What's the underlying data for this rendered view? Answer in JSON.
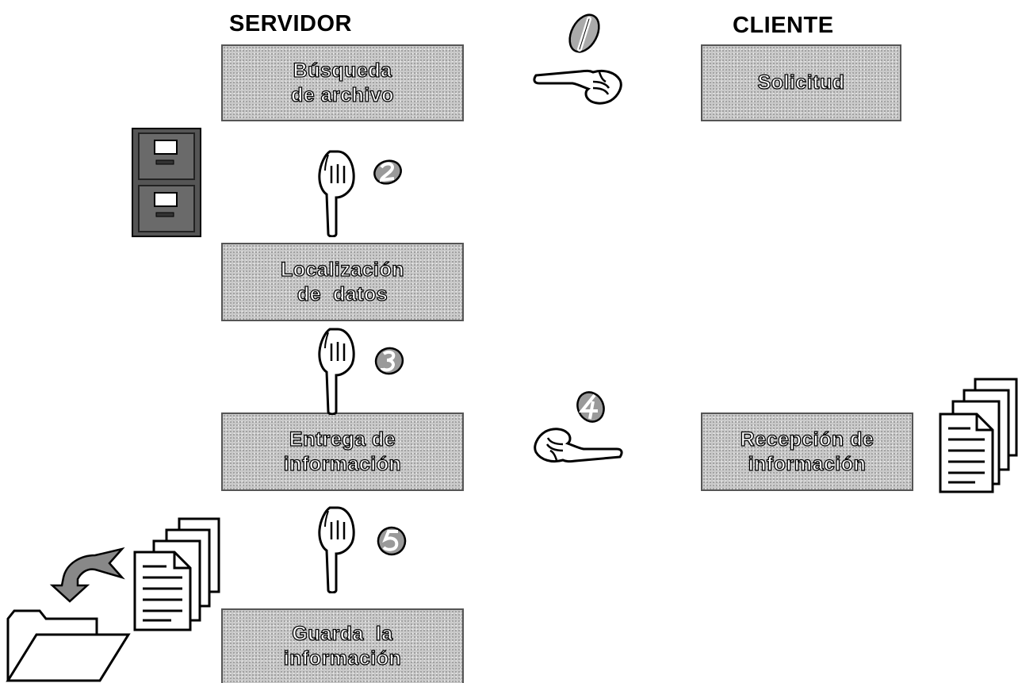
{
  "columns": {
    "server": "SERVIDOR",
    "client": "CLIENTE"
  },
  "boxes": {
    "busqueda": {
      "line1": "Búsqueda",
      "line2": "de archivo"
    },
    "solicitud": {
      "line1": "Solicitud"
    },
    "localizacion": {
      "line1": "Localización",
      "line2": "de  datos"
    },
    "entrega": {
      "line1": "Entrega de",
      "line2": "información"
    },
    "recepcion": {
      "line1": "Recepción de",
      "line2": "información"
    },
    "guarda": {
      "line1": "Guarda  la",
      "line2": "información"
    }
  },
  "steps": [
    "1",
    "2",
    "3",
    "4",
    "5"
  ],
  "icons": {
    "pointer": "pointing-hand-icon",
    "cabinet": "filing-cabinet-icon",
    "documents": "document-stack-icon",
    "folder": "open-folder-icon",
    "save_arrow": "curved-arrow-icon"
  }
}
